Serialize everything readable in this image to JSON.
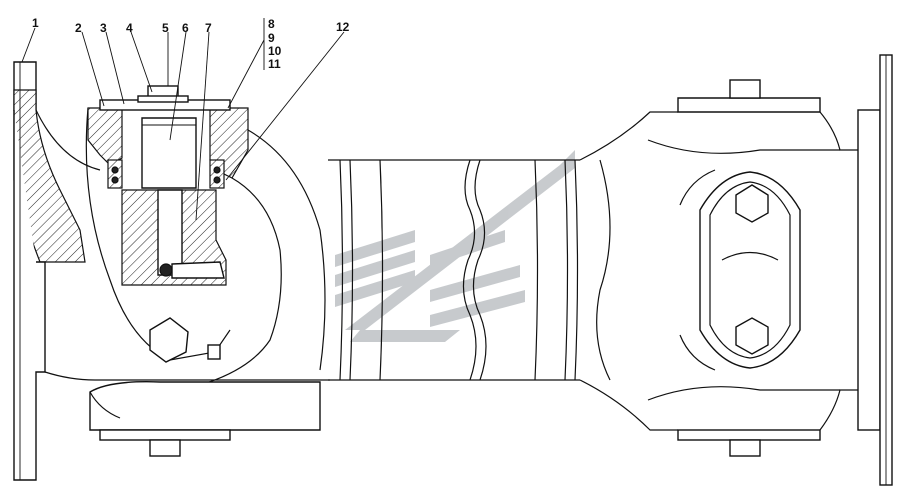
{
  "callouts": [
    {
      "id": "c1",
      "text": "1"
    },
    {
      "id": "c2",
      "text": "2"
    },
    {
      "id": "c3",
      "text": "3"
    },
    {
      "id": "c4",
      "text": "4"
    },
    {
      "id": "c5",
      "text": "5"
    },
    {
      "id": "c6",
      "text": "6"
    },
    {
      "id": "c7",
      "text": "7"
    },
    {
      "id": "c8",
      "text": "8"
    },
    {
      "id": "c9",
      "text": "9"
    },
    {
      "id": "c10",
      "text": "10"
    },
    {
      "id": "c11",
      "text": "11"
    },
    {
      "id": "c12",
      "text": "12"
    }
  ],
  "colors": {
    "line": "#111111",
    "watermark": "#9aa0a6",
    "background": "#ffffff"
  }
}
